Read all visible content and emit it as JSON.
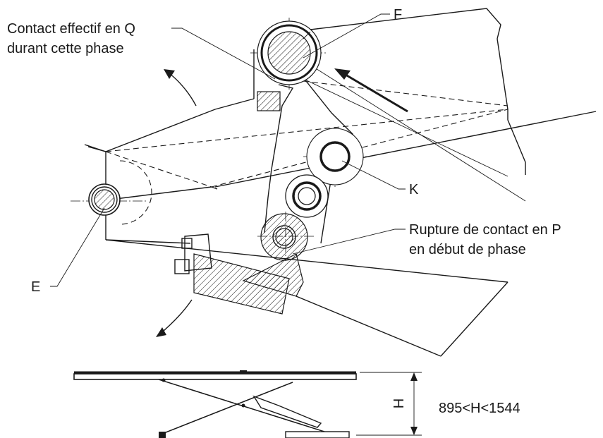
{
  "labels": {
    "contact_q_line1": "Contact effectif en Q",
    "contact_q_line2": "durant cette phase",
    "f": "F",
    "k": "K",
    "e": "E",
    "rupture_line1": "Rupture de contact en P",
    "rupture_line2": "en début de phase",
    "h_symbol": "H",
    "h_range": "895<H<1544"
  },
  "colors": {
    "ink": "#1a1a1a",
    "background": "#ffffff"
  }
}
